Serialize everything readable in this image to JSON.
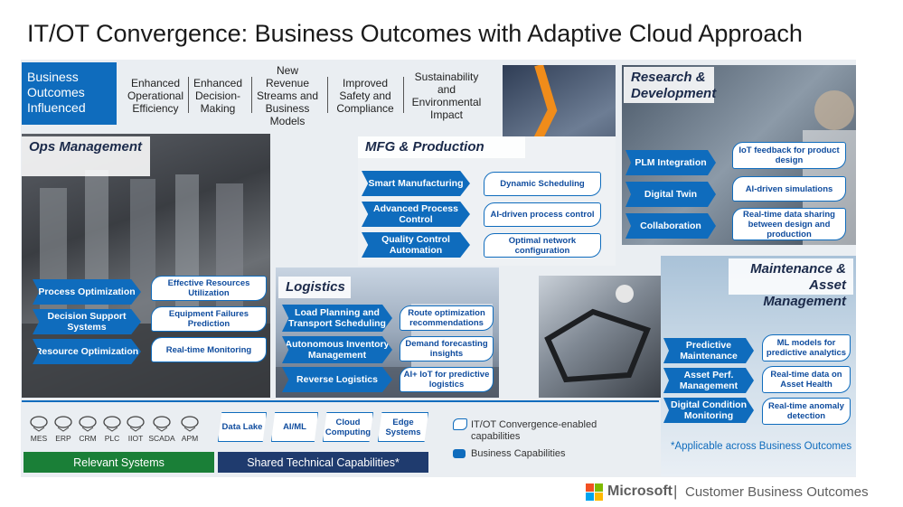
{
  "title": "IT/OT Convergence: Business Outcomes with Adaptive Cloud Approach",
  "outcomes_header": "Business Outcomes Influenced",
  "outcomes": [
    "Enhanced Operational Efficiency",
    "Enhanced Decision-Making",
    "New Revenue Streams and Business Models",
    "Improved Safety and Compliance",
    "Sustainability and Environmental Impact"
  ],
  "ops": {
    "label": "Ops Management",
    "capabilities": [
      "Process Optimization",
      "Decision Support Systems",
      "Resource Optimization"
    ],
    "enabled": [
      "Effective Resources Utilization",
      "Equipment Failures Prediction",
      "Real-time Monitoring"
    ]
  },
  "mfg": {
    "label": "MFG & Production",
    "capabilities": [
      "Smart Manufacturing",
      "Advanced Process Control",
      "Quality Control Automation"
    ],
    "enabled": [
      "Dynamic Scheduling",
      "AI-driven process control",
      "Optimal network configuration"
    ]
  },
  "rnd": {
    "label": "Research & Development",
    "capabilities": [
      "PLM Integration",
      "Digital Twin",
      "Collaboration"
    ],
    "enabled": [
      "IoT feedback for product design",
      "AI-driven simulations",
      "Real-time data sharing between design and production"
    ]
  },
  "logistics": {
    "label": "Logistics",
    "capabilities": [
      "Load Planning and Transport Scheduling",
      "Autonomous Inventory Management",
      "Reverse Logistics"
    ],
    "enabled": [
      "Route optimization recommendations",
      "Demand forecasting insights",
      "AI+ IoT for predictive logistics"
    ]
  },
  "maint": {
    "label": "Maintenance & Asset Management",
    "capabilities": [
      "Predictive Maintenance",
      "Asset Perf. Management",
      "Digital Condition Monitoring"
    ],
    "enabled": [
      "ML models for predictive analytics",
      "Real-time data on Asset Health",
      "Real-time anomaly detection"
    ]
  },
  "systems": [
    "MES",
    "ERP",
    "CRM",
    "PLC",
    "IIOT",
    "SCADA",
    "APM"
  ],
  "tech": [
    "Data Lake",
    "AI/ML",
    "Cloud Computing",
    "Edge Systems"
  ],
  "legend": {
    "enabled": "IT/OT Convergence-enabled capabilities",
    "business": "Business Capabilities"
  },
  "relevant_systems": "Relevant Systems",
  "shared_tech": "Shared Technical Capabilities*",
  "note": "*Applicable across Business Outcomes",
  "footer": {
    "brand": "Microsoft",
    "divider": "|",
    "tagline": "Customer Business Outcomes"
  },
  "colors": {
    "accent": "#0f6cbd",
    "green": "#1a7f37",
    "navy": "#1f3b6e"
  }
}
